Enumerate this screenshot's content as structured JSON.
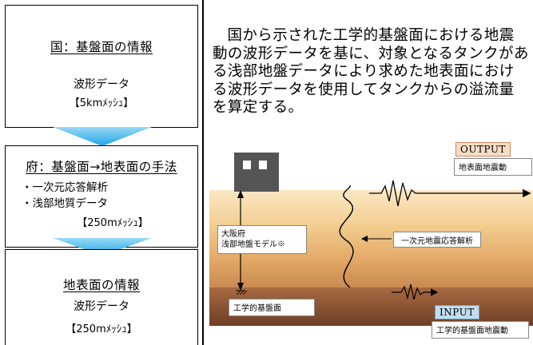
{
  "left": {
    "box1": {
      "title": "国：基盤面の情報",
      "text": "波形データ",
      "sub": "【5kmﾒｯｼｭ】"
    },
    "box2": {
      "title": "府：基盤面→地表面の手法",
      "method1": "・一次元応答解析",
      "method2": "・浅部地質データ",
      "sub": "【250mﾒｯｼｭ】"
    },
    "box3": {
      "title": "地表面の情報",
      "text": "波形データ",
      "sub": "【250mﾒｯｼｭ】"
    }
  },
  "description": "国から示された工学的基盤面における地震動の波形データを基に、対象となるタンクがある浅部地盤データにより求めた地表面における波形データを使用してタンクからの溢流量を算定する。",
  "diagram": {
    "output_label": "OUTPUT",
    "output_desc": "地表面地震動",
    "model_label_line1": "大阪府",
    "model_label_line2": "浅部地盤モデル※",
    "analysis_label": "一次元地震応答解析",
    "base_label": "工学的基盤面",
    "input_label": "INPUT",
    "input_desc": "工学的基盤面地震動"
  },
  "colors": {
    "arrow": "#1ea5e6",
    "ground_top": "#fbe7c4",
    "ground_bottom": "#c98a50",
    "base_top": "#a86a42",
    "base_bottom": "#6e3f25",
    "tag_output": "#f7dcc6",
    "tag_input": "#c3ddf0"
  }
}
